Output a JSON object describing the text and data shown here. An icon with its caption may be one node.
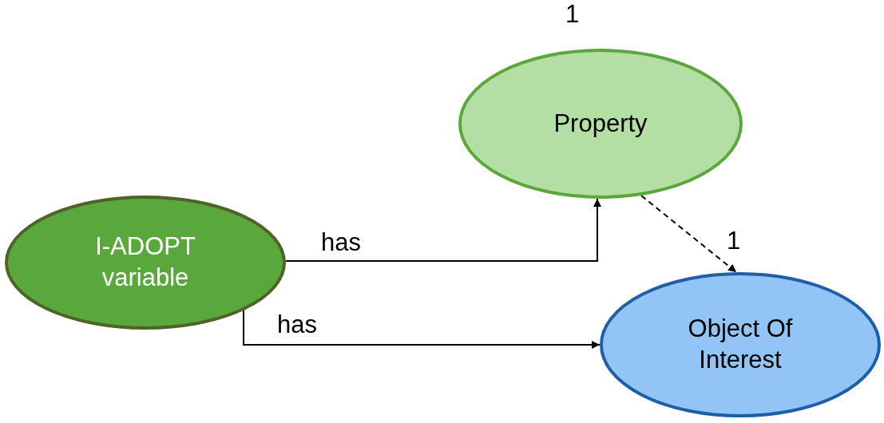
{
  "diagram": {
    "nodes": [
      {
        "text": [
          "I-ADOPT variable"
        ]
      },
      {
        "text": [
          "Property"
        ]
      },
      {
        "text": [
          "Object Of Interest"
        ]
      }
    ],
    "edges": [
      {
        "from": 0,
        "to": 1,
        "arrow": "to",
        "label": "has"
      },
      {
        "from": 0,
        "to": 2,
        "arrow": "to",
        "label": "has"
      },
      {
        "from": 1,
        "to": 2,
        "arrow": "to",
        "style": "dashed"
      }
    ],
    "labels": [
      "1",
      "1"
    ]
  }
}
